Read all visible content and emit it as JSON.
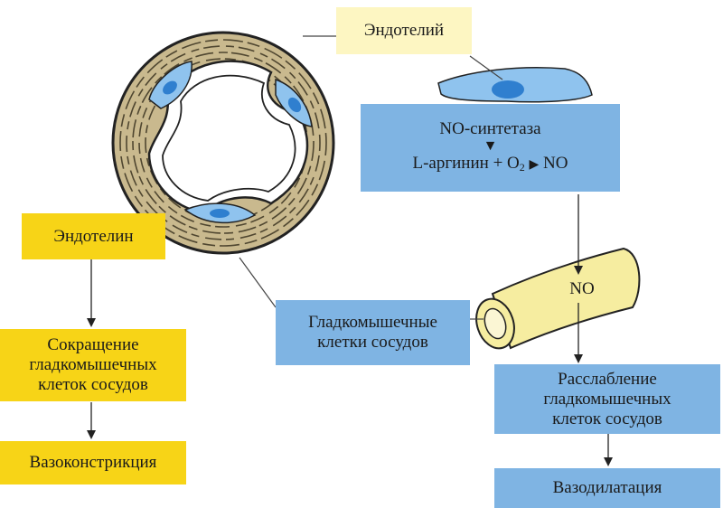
{
  "labels": {
    "endothelium": "Эндотелий",
    "endothelin": "Эндотелин",
    "contraction_line1": "Сокращение",
    "contraction_line2": "гладкомышечных",
    "contraction_line3": "клеток сосудов",
    "vasoconstriction": "Вазоконстрикция",
    "no_synthase": "NO-синтетаза",
    "reaction_left": "L-аргинин + O",
    "reaction_sub": "2",
    "reaction_product": "NO",
    "no_in_vessel": "NO",
    "smooth_line1": "Гладкомышечные",
    "smooth_line2": "клетки сосудов",
    "relax_line1": "Расслабление",
    "relax_line2": "гладкомышечных",
    "relax_line3": "клеток сосудов",
    "vasodilation": "Вазодилатация"
  },
  "colors": {
    "yellow_box": "#f7d417",
    "blue_box": "#7fb4e3",
    "pale_box": "#fdf6c2",
    "vessel_wall": "#c9b98e",
    "endothelial_cell": "#8fc3ee",
    "nucleus": "#2f7fcf",
    "smooth_muscle_tube": "#f6eda0"
  }
}
